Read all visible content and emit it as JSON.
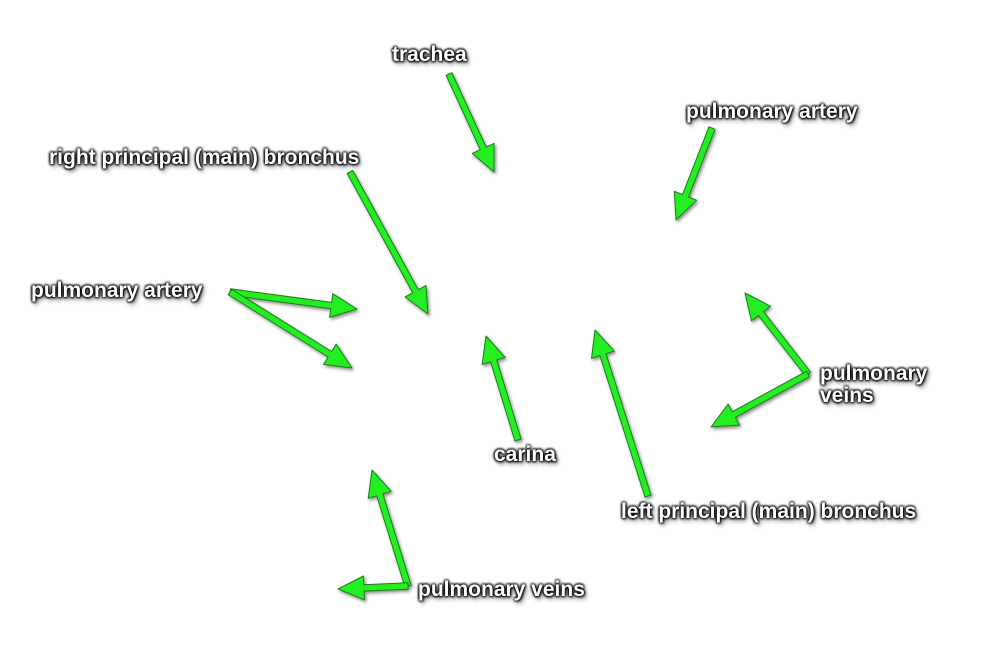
{
  "colors": {
    "arrow": "#22ee22",
    "arrow_outline": "#1f7a1f",
    "label_text": "#ffffff",
    "label_shadow": "#000000"
  },
  "labels": {
    "trachea": "trachea",
    "pulmonary_artery_right_side": "pulmonary artery",
    "right_principal_bronchus": "right principal (main) bronchus",
    "pulmonary_artery_left_side": "pulmonary artery",
    "pulmonary_veins_right_line1": "pulmonary",
    "pulmonary_veins_right_line2": "veins",
    "carina": "carina",
    "left_principal_bronchus": "left principal (main) bronchus",
    "pulmonary_veins_bottom": "pulmonary veins"
  }
}
